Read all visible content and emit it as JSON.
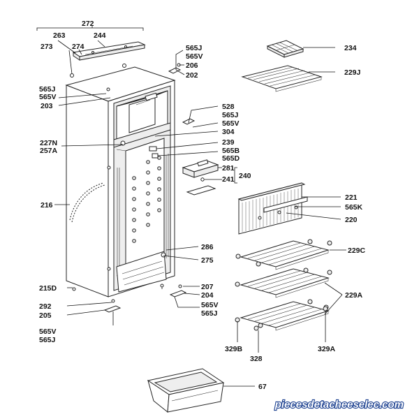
{
  "diagram": {
    "labels": [
      {
        "id": "l272",
        "text": "272"
      },
      {
        "id": "l263",
        "text": "263"
      },
      {
        "id": "l244",
        "text": "244"
      },
      {
        "id": "l273",
        "text": "273"
      },
      {
        "id": "l274",
        "text": "274"
      },
      {
        "id": "l565j_a",
        "text": "565J"
      },
      {
        "id": "l565v_a",
        "text": "565V"
      },
      {
        "id": "l206",
        "text": "206"
      },
      {
        "id": "l202",
        "text": "202"
      },
      {
        "id": "l565j_b",
        "text": "565J"
      },
      {
        "id": "l565v_b",
        "text": "565V"
      },
      {
        "id": "l203",
        "text": "203"
      },
      {
        "id": "l234",
        "text": "234"
      },
      {
        "id": "l229j",
        "text": "229J"
      },
      {
        "id": "l528",
        "text": "528"
      },
      {
        "id": "l565j_c",
        "text": "565J"
      },
      {
        "id": "l565v_c",
        "text": "565V"
      },
      {
        "id": "l304",
        "text": "304"
      },
      {
        "id": "l227n",
        "text": "227N"
      },
      {
        "id": "l257a",
        "text": "257A"
      },
      {
        "id": "l239",
        "text": "239"
      },
      {
        "id": "l565b",
        "text": "565B"
      },
      {
        "id": "l565d",
        "text": "565D"
      },
      {
        "id": "l281",
        "text": "281"
      },
      {
        "id": "l241",
        "text": "241"
      },
      {
        "id": "l240",
        "text": "240"
      },
      {
        "id": "l216",
        "text": "216"
      },
      {
        "id": "l221",
        "text": "221"
      },
      {
        "id": "l565k",
        "text": "565K"
      },
      {
        "id": "l220",
        "text": "220"
      },
      {
        "id": "l286",
        "text": "286"
      },
      {
        "id": "l229c",
        "text": "229C"
      },
      {
        "id": "l275",
        "text": "275"
      },
      {
        "id": "l215d",
        "text": "215D"
      },
      {
        "id": "l207",
        "text": "207"
      },
      {
        "id": "l204",
        "text": "204"
      },
      {
        "id": "l229a",
        "text": "229A"
      },
      {
        "id": "l292",
        "text": "292"
      },
      {
        "id": "l565v_d",
        "text": "565V"
      },
      {
        "id": "l565j_d",
        "text": "565J"
      },
      {
        "id": "l205",
        "text": "205"
      },
      {
        "id": "l565v_e",
        "text": "565V"
      },
      {
        "id": "l565j_e",
        "text": "565J"
      },
      {
        "id": "l329b",
        "text": "329B"
      },
      {
        "id": "l328",
        "text": "328"
      },
      {
        "id": "l329a",
        "text": "329A"
      },
      {
        "id": "l67",
        "text": "67"
      }
    ],
    "watermark": "piecesdetacheeselec.com"
  }
}
